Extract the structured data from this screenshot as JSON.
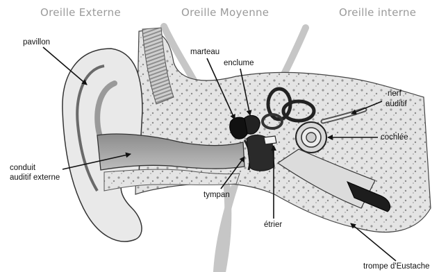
{
  "regions": {
    "outer": "Oreille Externe",
    "middle": "Oreille Moyenne",
    "inner": "Oreille interne"
  },
  "labels": {
    "pavillon": "pavillon",
    "marteau": "marteau",
    "enclume": "enclume",
    "nerf_line1": "nerf",
    "nerf_line2": "auditif",
    "cochlee": "cochlée",
    "conduit_line1": "conduit",
    "conduit_line2": "auditif externe",
    "tympan": "tympan",
    "etrier": "étrier",
    "trompe": "trompe d'Eustache"
  }
}
